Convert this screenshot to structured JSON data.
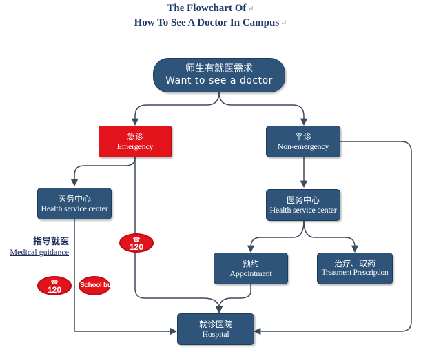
{
  "title": {
    "line1": "The Flowchart Of",
    "line2": "How To See A Doctor In Campus",
    "paragraph_mark": "↵"
  },
  "nodes": {
    "root": {
      "zh": "师生有就医需求",
      "en": "Want to see a doctor"
    },
    "emergency": {
      "zh": "急诊",
      "en": "Emergency"
    },
    "non_emergency": {
      "zh": "平诊",
      "en": "Non-emergency"
    },
    "health_center_left": {
      "zh": "医务中心",
      "en": "Health service center"
    },
    "health_center_right": {
      "zh": "医务中心",
      "en": "Health service center"
    },
    "appointment": {
      "zh": "预约",
      "en": "Appointment"
    },
    "treatment": {
      "zh": "治疗、取药",
      "en": "Treatment Prescription"
    },
    "hospital": {
      "zh": "就诊医院",
      "en": "Hospital"
    }
  },
  "guidance": {
    "zh": "指导就医",
    "en": "Medical guidance"
  },
  "badges": {
    "phone_number": "120",
    "phone_icon": "telephone-icon",
    "school_bus": "School bus"
  },
  "colors": {
    "node_blue": "#2e5579",
    "emergency_red": "#e3131b",
    "connector": "#3b4a5c",
    "title_navy": "#1f3a68"
  }
}
